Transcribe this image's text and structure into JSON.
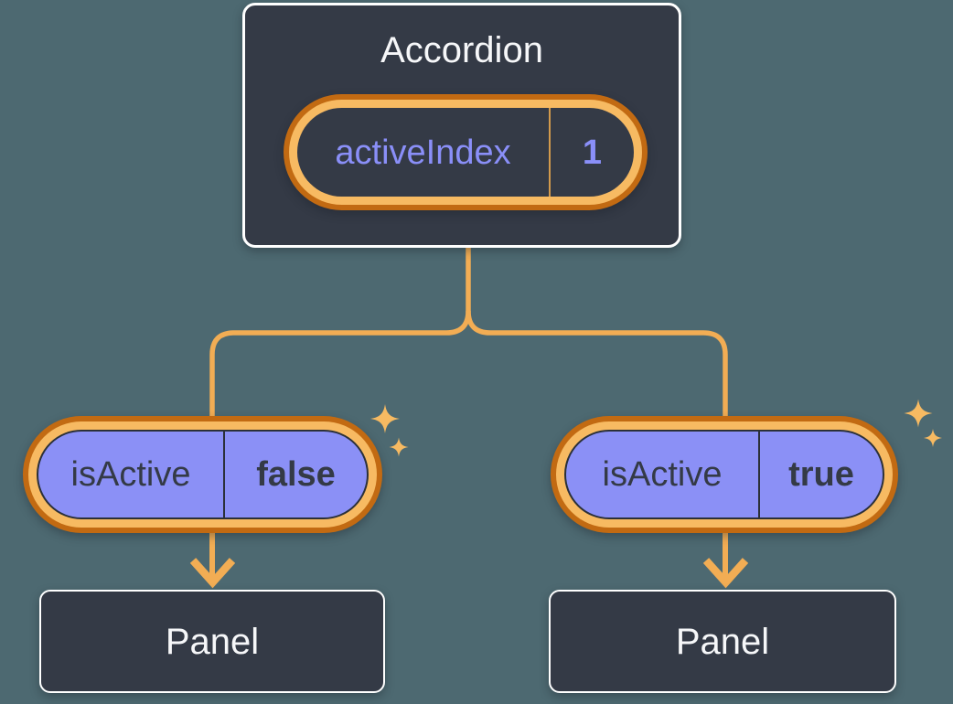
{
  "colors": {
    "canvas-bg": "#4D6971",
    "node-bg": "#343A46",
    "node-border": "#FFFFFF",
    "title-text": "#F6F7F9",
    "ring-orange": "#C26A12",
    "ring-gold": "#F7BA62",
    "line-gold": "#F2AD54",
    "pill-purple": "#8B90F6",
    "purple-text": "#8A8FF8",
    "dark-text": "#343A46",
    "dark-outline": "#2B3039",
    "top-divider": "#D39A4C"
  },
  "accordion": {
    "title": "Accordion",
    "state_pill": {
      "label": "activeIndex",
      "value": "1"
    }
  },
  "left_branch": {
    "prop_pill": {
      "label": "isActive",
      "value": "false"
    },
    "panel": {
      "title": "Panel"
    }
  },
  "right_branch": {
    "prop_pill": {
      "label": "isActive",
      "value": "true"
    },
    "panel": {
      "title": "Panel"
    }
  },
  "icons": {
    "sparkles": "sparkle-icon (4-point star glyph, gold)",
    "arrows": "arrow-down-icon (gold chevron arrow)"
  }
}
